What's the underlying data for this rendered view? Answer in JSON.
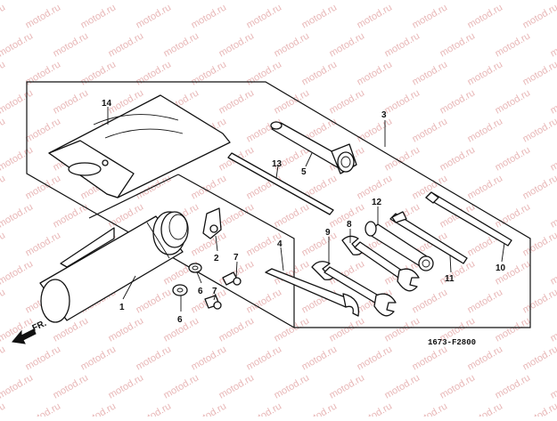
{
  "watermark": "motod.ru",
  "diagram_code": "1673-F2800",
  "direction_label": "FR.",
  "callouts": [
    "1",
    "2",
    "3",
    "4",
    "5",
    "6",
    "6",
    "7",
    "7",
    "8",
    "9",
    "10",
    "11",
    "12",
    "13",
    "14"
  ]
}
